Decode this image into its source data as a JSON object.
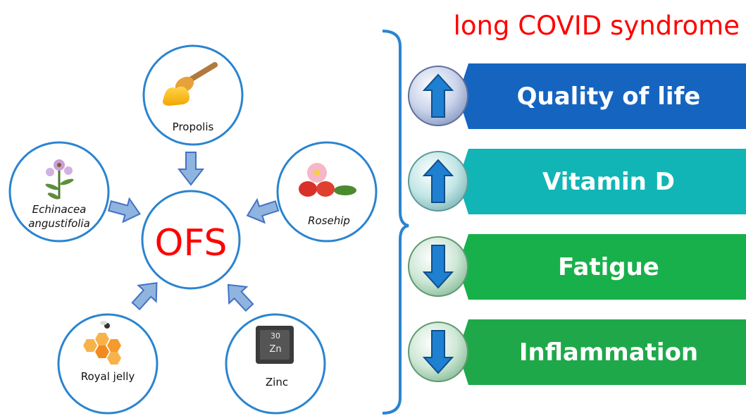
{
  "title": "long COVID syndrome",
  "center": {
    "label": "OFS"
  },
  "ingredients": [
    {
      "label": "Propolis",
      "italic": false
    },
    {
      "label": "Echinacea angustifolia",
      "line1": "Echinacea",
      "line2": "angustifolia",
      "italic": true
    },
    {
      "label": "Rosehip",
      "italic": true
    },
    {
      "label": "Royal jelly",
      "italic": false
    },
    {
      "label": "Zinc",
      "italic": false,
      "element_symbol": "Zn",
      "atomic_number": "30"
    }
  ],
  "effects": [
    {
      "label": "Quality of life",
      "direction": "up",
      "color": "#1565c0"
    },
    {
      "label": "Vitamin D",
      "direction": "up",
      "color": "#12b5b5"
    },
    {
      "label": "Fatigue",
      "direction": "down",
      "color": "#18b04a"
    },
    {
      "label": "Inflammation",
      "direction": "down",
      "color": "#1fa84a"
    }
  ],
  "colors": {
    "title": "#ff0000",
    "ofs": "#ff0000",
    "circle_stroke": "#2a84d0",
    "arrow_fill": "#8fb4df",
    "arrow_stroke": "#4472c4",
    "bracket": "#2a84d0"
  }
}
